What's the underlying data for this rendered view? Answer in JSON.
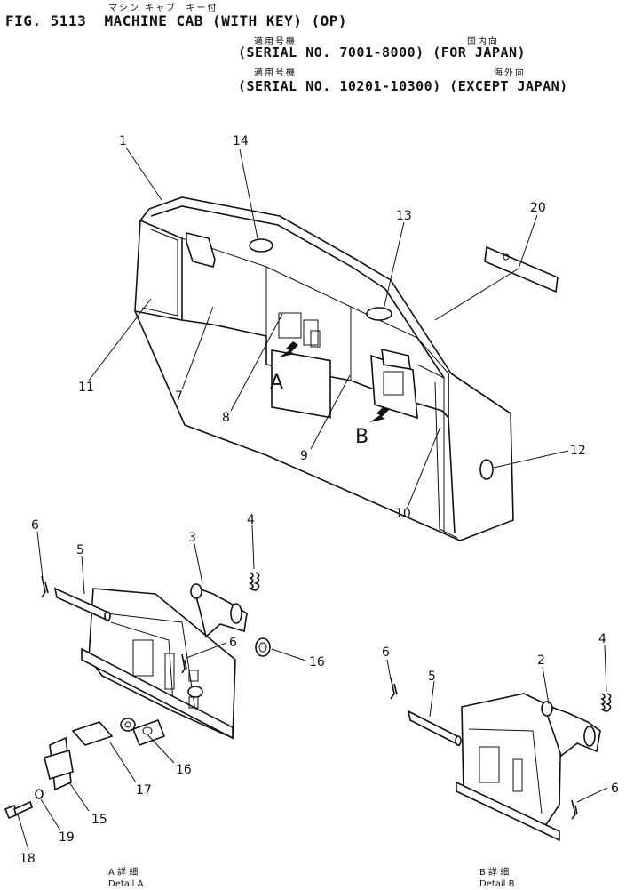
{
  "header": {
    "title": "FIG. 5113  MACHINE CAB (WITH KEY) (OP)",
    "title_kana": "マシン キャブ  キー付",
    "applicable_1": "適用号機",
    "serial_1": "(SERIAL NO. 7001-8000) (FOR JAPAN)",
    "region_1": "国内向",
    "applicable_2": "適用号機",
    "serial_2": "(SERIAL NO. 10201-10300) (EXCEPT JAPAN)",
    "region_2": "海外向"
  },
  "callouts": [
    "1",
    "14",
    "13",
    "20",
    "11",
    "7",
    "8",
    "9",
    "10",
    "12",
    "6",
    "5",
    "3",
    "4",
    "6",
    "16",
    "16",
    "17",
    "15",
    "19",
    "18",
    "6",
    "5",
    "2",
    "4",
    "6"
  ],
  "view_arrows": [
    "A",
    "B"
  ],
  "captions": {
    "detail_a_jp": "A 詳 細",
    "detail_a": "Detail A",
    "detail_b_jp": "B 詳 細",
    "detail_b": "Detail B"
  }
}
